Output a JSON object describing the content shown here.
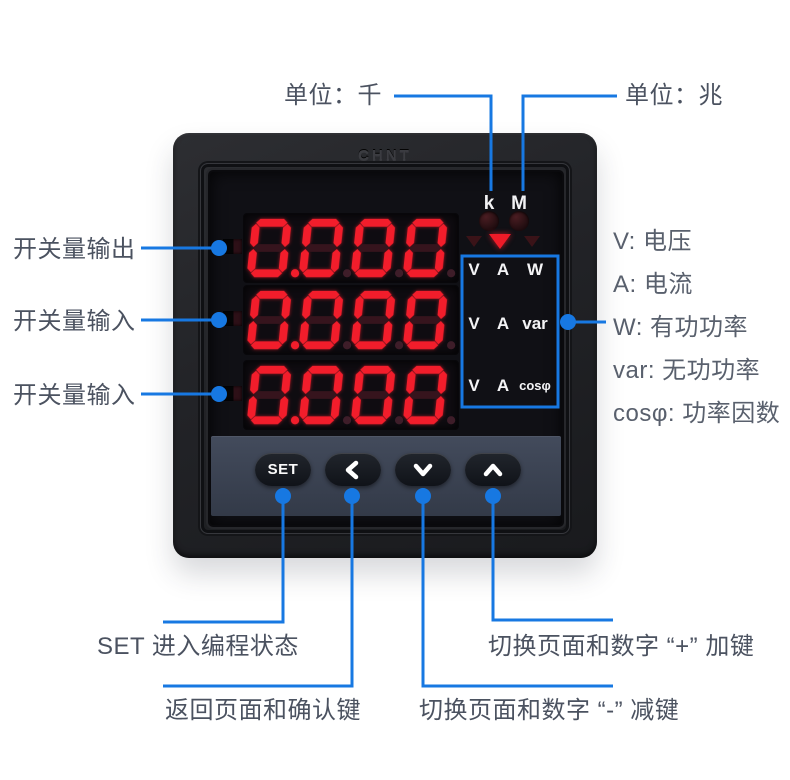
{
  "device": {
    "brand_logo": "CHNT",
    "unit_indicators": {
      "kilo": "k",
      "mega": "M"
    },
    "displays": [
      {
        "value": "0.000"
      },
      {
        "value": "0.000"
      },
      {
        "value": "0.000"
      }
    ],
    "unit_rows": [
      {
        "c1": "V",
        "c2": "A",
        "c3": "W"
      },
      {
        "c1": "V",
        "c2": "A",
        "c3": "var"
      },
      {
        "c1": "V",
        "c2": "A",
        "c3": "cosφ"
      }
    ],
    "buttons": {
      "set_label": "SET",
      "left_icon": "chevron-left",
      "down_icon": "chevron-down",
      "up_icon": "chevron-up"
    }
  },
  "annotations": {
    "unit_kilo": "单位：千",
    "unit_mega": "单位：兆",
    "switch_output": "开关量输出",
    "switch_input_1": "开关量输入",
    "switch_input_2": "开关量输入",
    "legend": [
      "V: 电压",
      "A: 电流",
      "W: 有功功率",
      "var: 无功功率",
      "cosφ: 功率因数"
    ],
    "set_note": "SET 进入编程状态",
    "back_note": "返回页面和确认键",
    "minus_note": "切换页面和数字 “-” 减键",
    "plus_note": "切换页面和数字 “+” 加键"
  },
  "colors": {
    "leader_blue": "#1778e2",
    "display_red": "#f21d2b"
  }
}
